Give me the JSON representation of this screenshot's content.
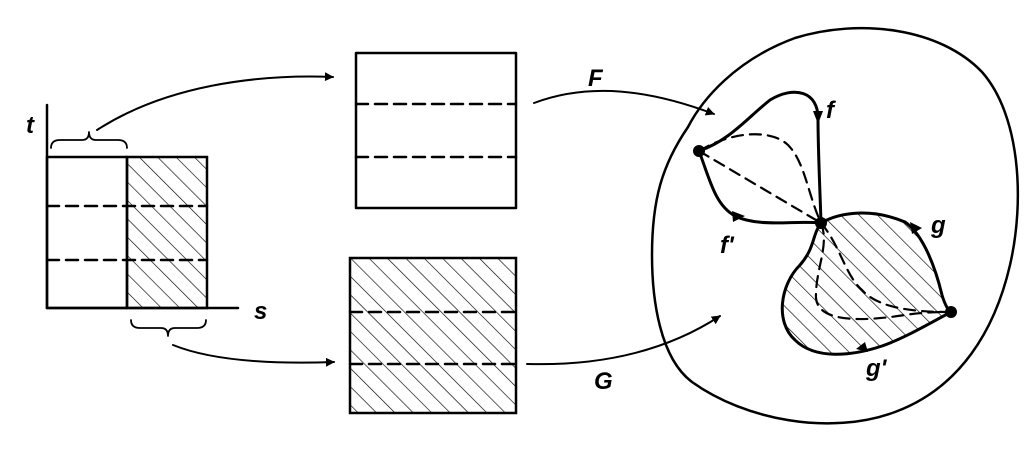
{
  "labels": {
    "t_axis": "t",
    "s_axis": "s",
    "map_F": "F",
    "map_G": "G",
    "path_f": "f",
    "path_f_prime": "f'",
    "path_g": "g",
    "path_g_prime": "g'"
  },
  "colors": {
    "ink": "#000000",
    "background": "#ffffff"
  }
}
